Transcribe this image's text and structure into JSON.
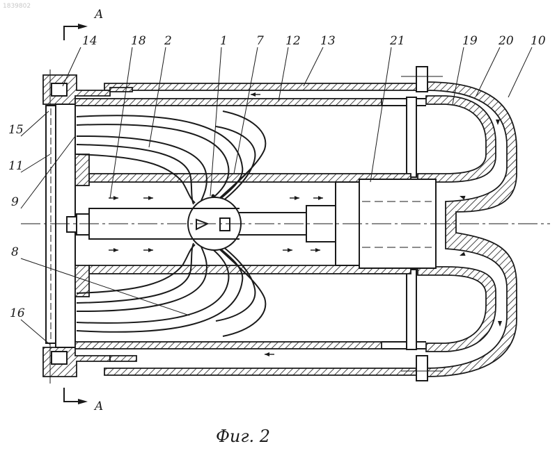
{
  "header": {
    "doc_number": "1839802"
  },
  "section": {
    "mark": "A"
  },
  "caption": "Фиг. 2",
  "labels": [
    {
      "id": "14",
      "text": "14"
    },
    {
      "id": "18",
      "text": "18"
    },
    {
      "id": "2",
      "text": "2"
    },
    {
      "id": "1",
      "text": "1"
    },
    {
      "id": "7",
      "text": "7"
    },
    {
      "id": "12",
      "text": "12"
    },
    {
      "id": "13",
      "text": "13"
    },
    {
      "id": "21",
      "text": "21"
    },
    {
      "id": "19",
      "text": "19"
    },
    {
      "id": "20",
      "text": "20"
    },
    {
      "id": "10",
      "text": "10"
    },
    {
      "id": "15",
      "text": "15"
    },
    {
      "id": "11",
      "text": "11"
    },
    {
      "id": "9",
      "text": "9"
    },
    {
      "id": "8",
      "text": "8"
    },
    {
      "id": "16",
      "text": "16"
    }
  ]
}
